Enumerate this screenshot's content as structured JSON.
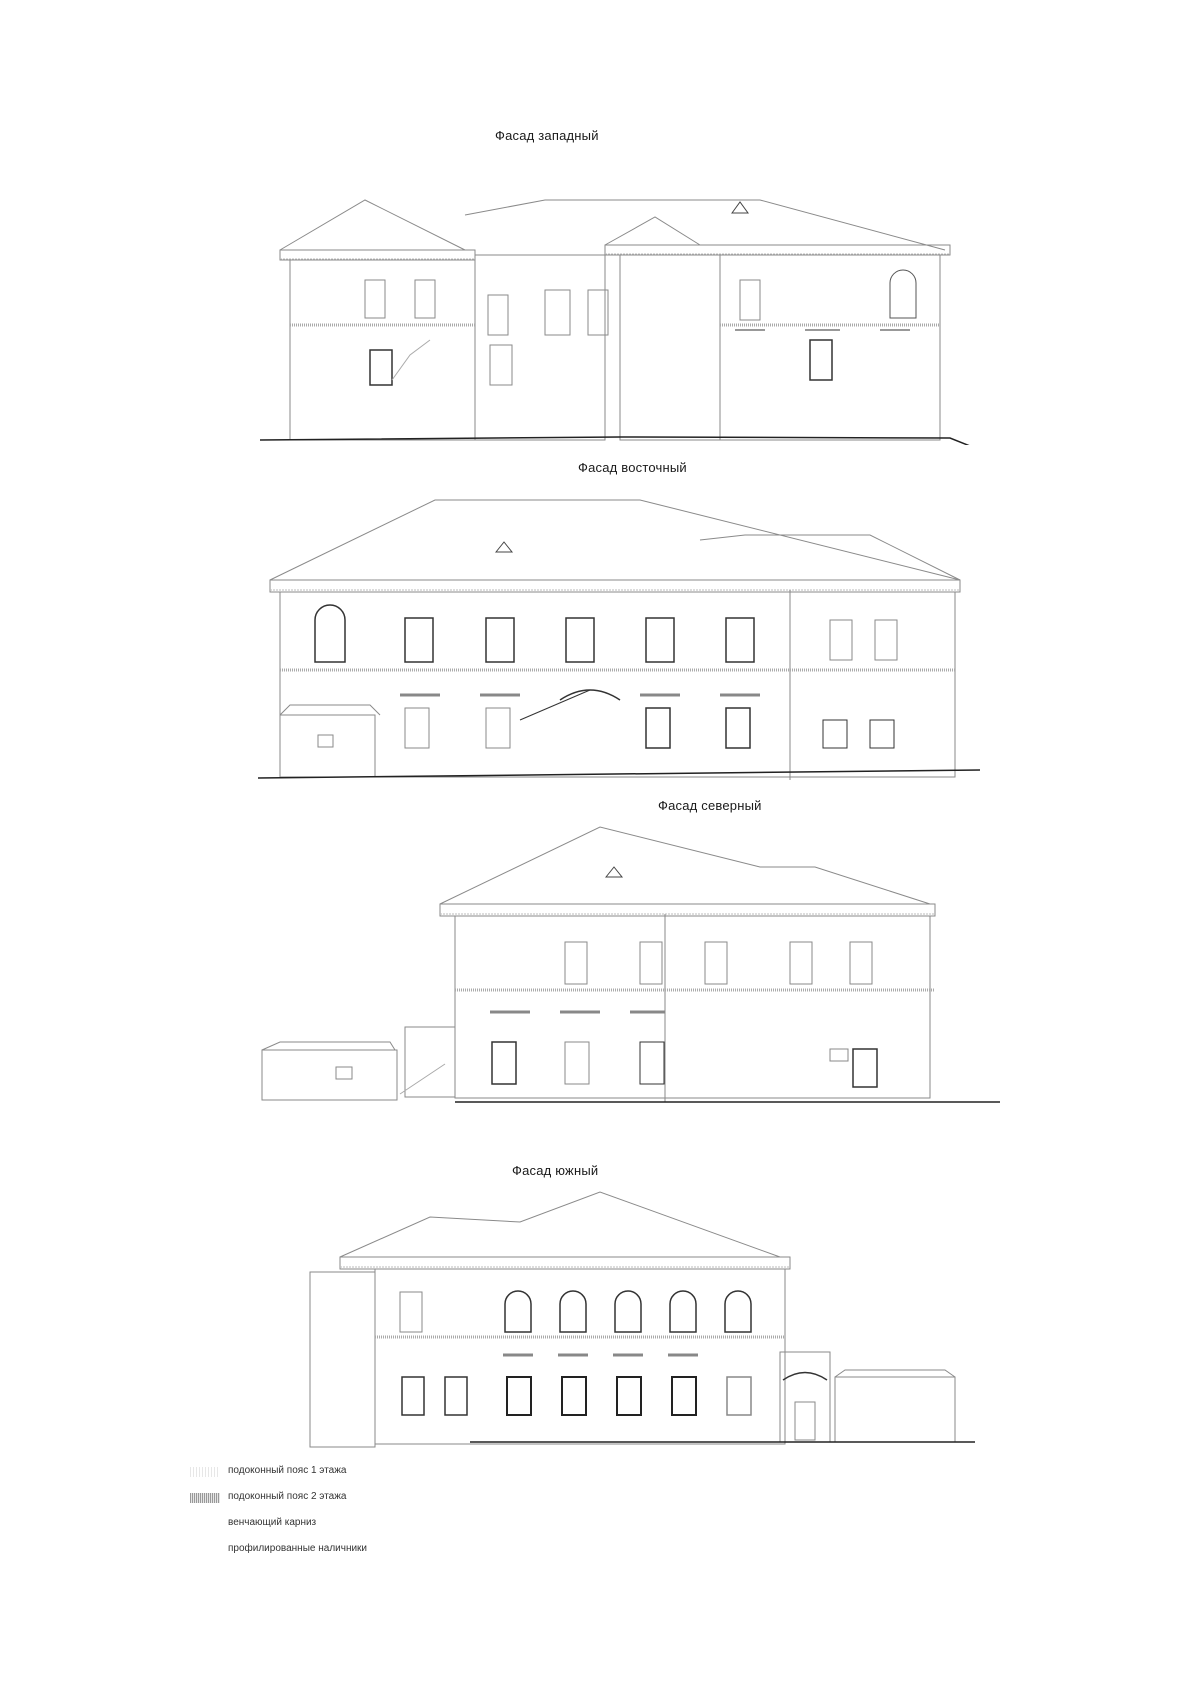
{
  "facades": [
    {
      "id": "west",
      "title": "Фасад западный"
    },
    {
      "id": "east",
      "title": "Фасад восточный"
    },
    {
      "id": "north",
      "title": "Фасад северный"
    },
    {
      "id": "south",
      "title": "Фасад южный"
    }
  ],
  "legend": [
    {
      "label": "подоконный пояс  1 этажа"
    },
    {
      "label": "подоконный пояс  2 этажа"
    },
    {
      "label": "венчающий карниз"
    },
    {
      "label": "профилированные наличники"
    }
  ],
  "colors": {
    "line": "#8a8a8a",
    "dark": "#222222",
    "band": "#b0b0b0"
  }
}
